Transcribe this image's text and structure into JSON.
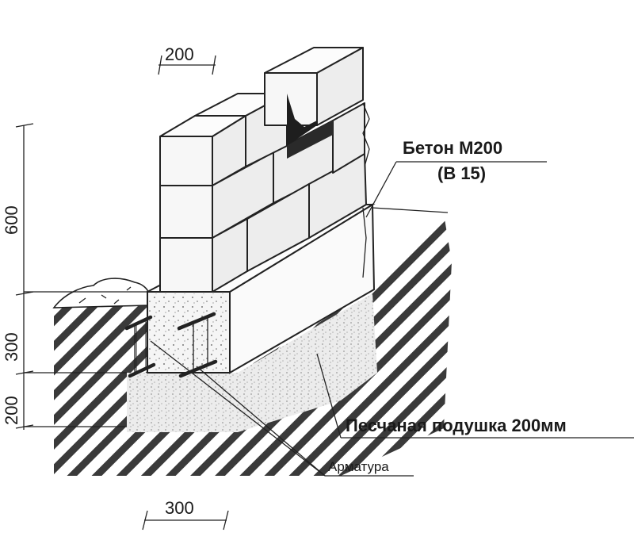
{
  "dimensions": {
    "wall_thickness": "200",
    "footing_width": "300",
    "wall_height": "600",
    "footing_height": "300",
    "sand_layer": "200"
  },
  "callouts": {
    "concrete": "Бетон  М200",
    "concrete_class": "(В 15)",
    "sand_cushion": "Песчаная подушка 200мм",
    "rebar": "Арматура"
  },
  "icons": [
    "soil-hatch",
    "sand-fill",
    "block-wall",
    "concrete-footing",
    "rebar-cage",
    "dimension-tick"
  ]
}
